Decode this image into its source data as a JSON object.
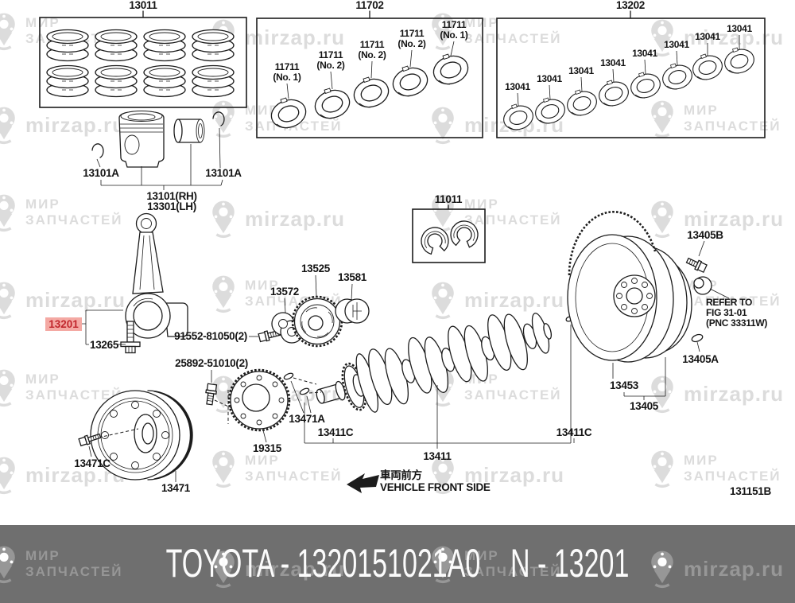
{
  "watermark": {
    "brand_line1": "МИР",
    "brand_line2": "ЗАПЧАСТЕЙ",
    "url": "mirzap.ru"
  },
  "footer": {
    "label": "TOYOTA - 1320151021A0    N - 13201"
  },
  "diagram": {
    "code": "131151B",
    "front_arrow": {
      "jp": "車両前方",
      "en": "VEHICLE FRONT SIDE"
    },
    "refer_note": {
      "line1": "REFER TO",
      "line2": "FIG 31-01",
      "line3": "(PNC 33311W)"
    },
    "parts": {
      "piston_ring_set": "13011",
      "main_bearing_set": "11702",
      "main_bearing": "11711",
      "no1": "(No. 1)",
      "no2": "(No. 2)",
      "rod_bearing_set": "13202",
      "rod_bearing": "13041",
      "thrust_washer_set": "11011",
      "piston_snap_ring": "13101A",
      "piston_rh": "13101(RH)",
      "piston_lh": "13301(LH)",
      "timing_gear": "13525",
      "balance_piece": "13581",
      "timing_rotor": "13572",
      "connecting_rod": "13201",
      "rod_bolt": "13265",
      "bolt_91552": "91552-81050(2)",
      "bolt_25892": "25892-51010(2)",
      "crank_key": "13471A",
      "pulley_bolt": "13471C",
      "sensor_plate": "19315",
      "pulley": "13471",
      "crankshaft": "13411",
      "crank_pin": "13411C",
      "flywheel_bolt": "13405B",
      "flywheel_dowel": "13405A",
      "ring_gear": "13453",
      "flywheel": "13405"
    }
  }
}
